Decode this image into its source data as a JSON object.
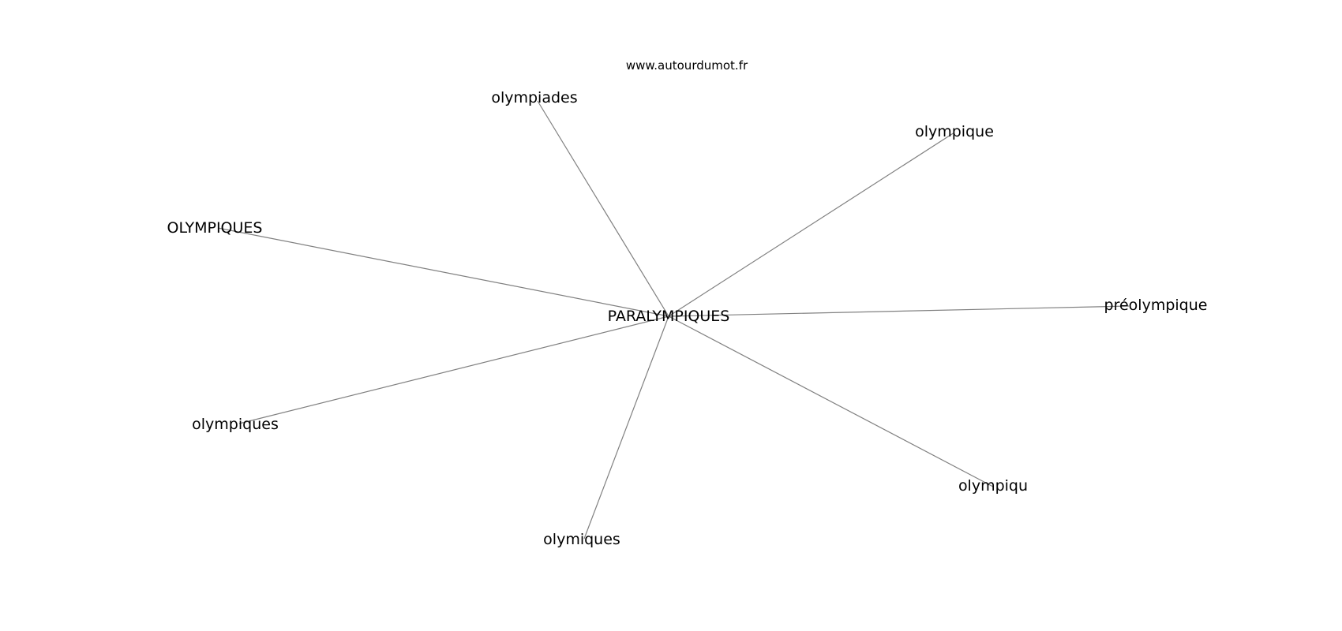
{
  "watermark": "www.autourdumot.fr",
  "graph": {
    "center": {
      "id": "center",
      "label": "PARALYMPIQUES"
    },
    "neighbors": [
      {
        "id": "olympiades",
        "label": "olympiades"
      },
      {
        "id": "olympique",
        "label": "olympique"
      },
      {
        "id": "olympiques-upper",
        "label": "OLYMPIQUES"
      },
      {
        "id": "preolympique",
        "label": "préolympique"
      },
      {
        "id": "olympiques",
        "label": "olympiques"
      },
      {
        "id": "olympiqu",
        "label": "olympiqu"
      },
      {
        "id": "olymiques",
        "label": "olymiques"
      }
    ],
    "edges": [
      [
        "center",
        "olympiades"
      ],
      [
        "center",
        "olympique"
      ],
      [
        "center",
        "olympiques-upper"
      ],
      [
        "center",
        "preolympique"
      ],
      [
        "center",
        "olympiques"
      ],
      [
        "center",
        "olympiqu"
      ],
      [
        "center",
        "olymiques"
      ]
    ]
  }
}
